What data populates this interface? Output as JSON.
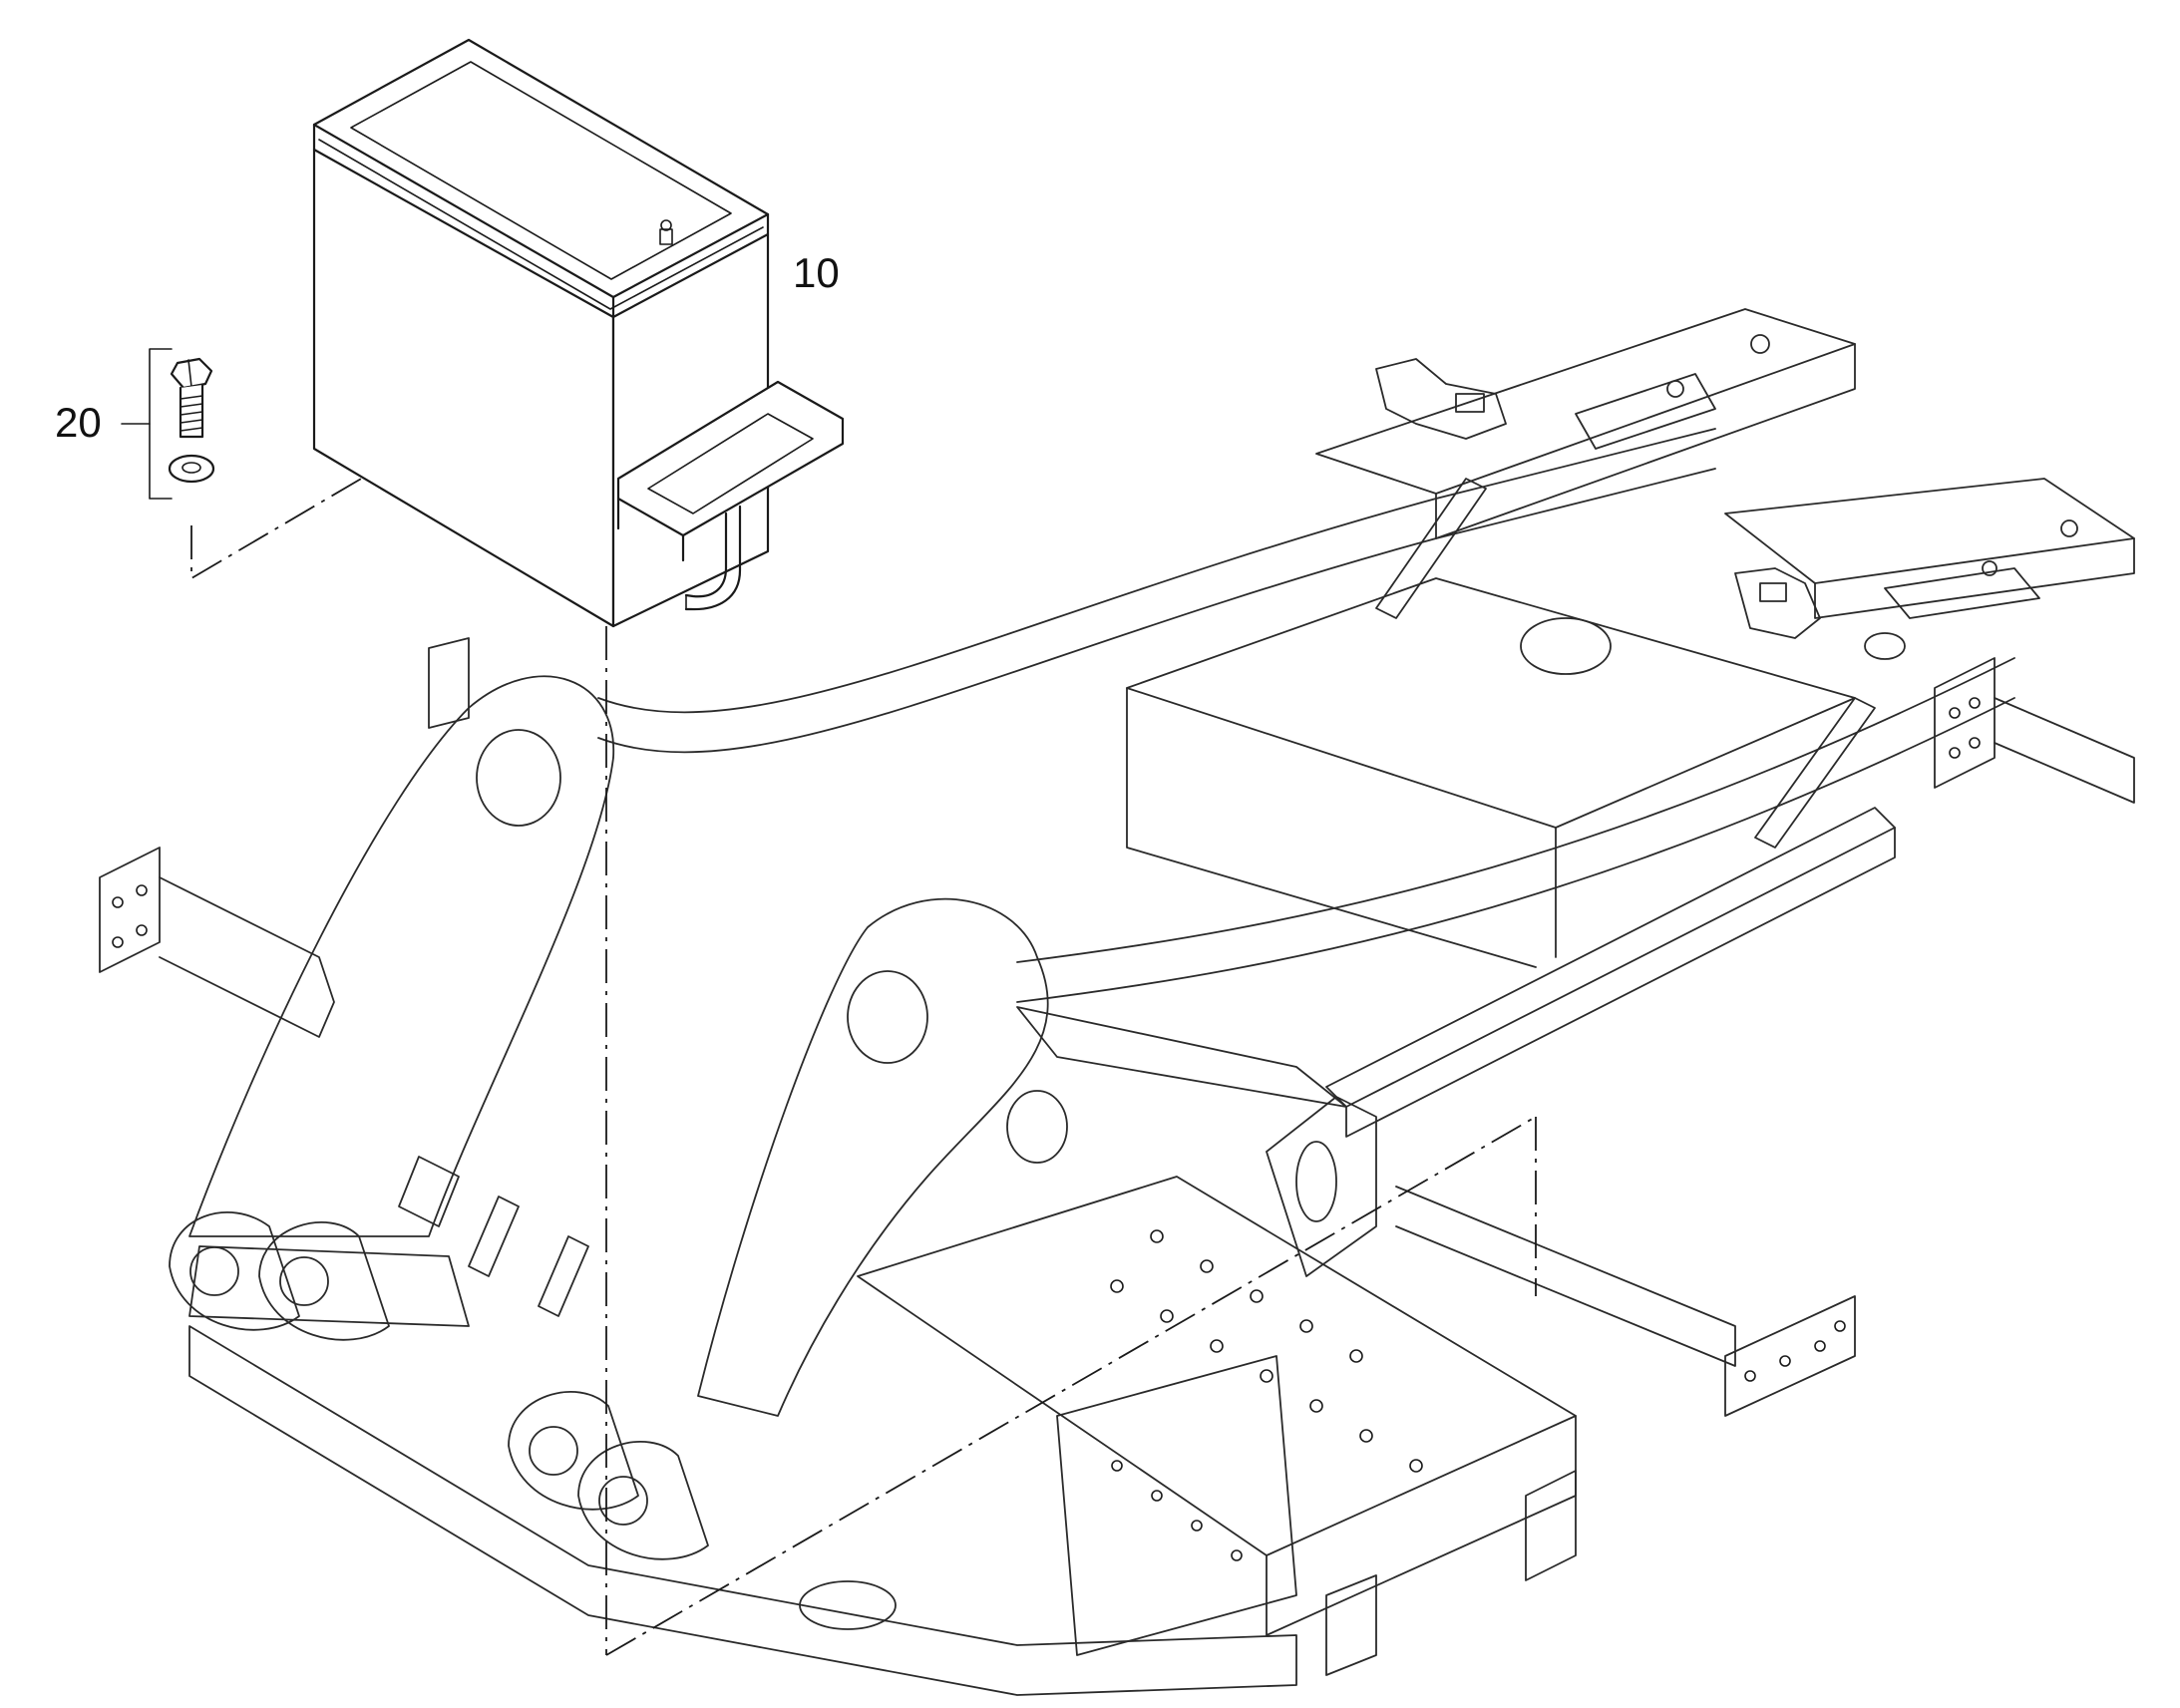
{
  "diagram": {
    "callouts": [
      {
        "id": "battery-box",
        "label": "10"
      },
      {
        "id": "bolt-washer-set",
        "label": "20"
      }
    ]
  }
}
